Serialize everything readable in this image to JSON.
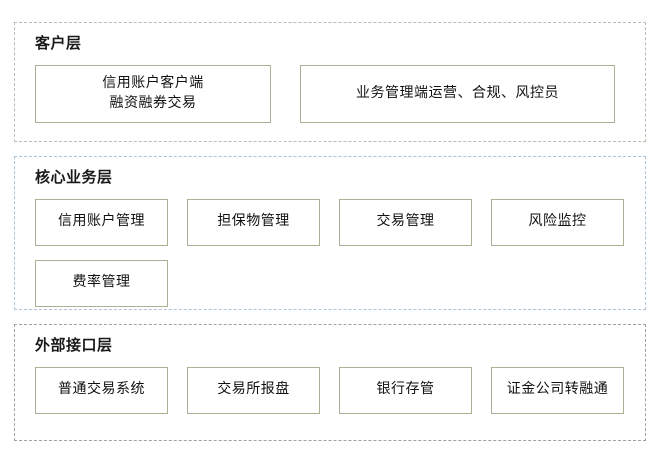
{
  "diagram": {
    "type": "layered-architecture",
    "colors": {
      "client_layer_border": "#b9bfae",
      "core_layer_border": "#aac4d8",
      "external_layer_border": "#9aa3ab",
      "node_border": "#a7b295",
      "node_background": "#ffffff",
      "text": "#111111",
      "page_background": "#ffffff"
    },
    "layers": [
      {
        "id": "client-layer",
        "title": "客户层",
        "rows": [
          {
            "nodes": [
              {
                "id": "credit-account-client",
                "lines": [
                  "信用账户客户端",
                  "融资融券交易"
                ]
              },
              {
                "id": "business-admin-console",
                "lines": [
                  "业务管理端运营、合规、风控员"
                ]
              }
            ]
          }
        ]
      },
      {
        "id": "core-layer",
        "title": "核心业务层",
        "rows": [
          {
            "nodes": [
              {
                "id": "credit-account-management",
                "lines": [
                  "信用账户管理"
                ]
              },
              {
                "id": "collateral-management",
                "lines": [
                  "担保物管理"
                ]
              },
              {
                "id": "trade-management",
                "lines": [
                  "交易管理"
                ]
              },
              {
                "id": "risk-monitoring",
                "lines": [
                  "风险监控"
                ]
              }
            ]
          },
          {
            "nodes": [
              {
                "id": "fee-rate-management",
                "lines": [
                  "费率管理"
                ]
              }
            ]
          }
        ]
      },
      {
        "id": "external-layer",
        "title": "外部接口层",
        "rows": [
          {
            "nodes": [
              {
                "id": "ordinary-trading-system",
                "lines": [
                  "普通交易系统"
                ]
              },
              {
                "id": "exchange-quotation",
                "lines": [
                  "交易所报盘"
                ]
              },
              {
                "id": "bank-custody",
                "lines": [
                  "银行存管"
                ]
              },
              {
                "id": "csf-refinancing",
                "lines": [
                  "证金公司转融通"
                ]
              }
            ]
          }
        ]
      }
    ]
  }
}
